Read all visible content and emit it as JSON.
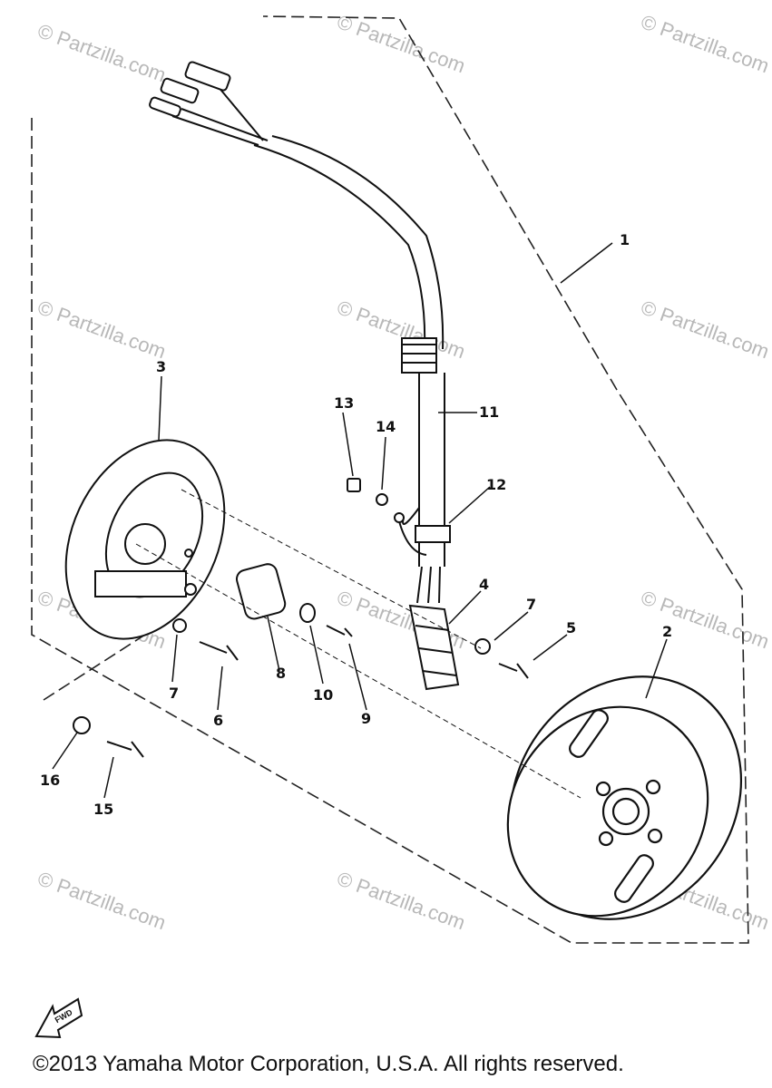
{
  "watermark": "© Partzilla.com",
  "callouts": {
    "c1": "1",
    "c2": "2",
    "c3": "3",
    "c4": "4",
    "c5": "5",
    "c6": "6",
    "c7a": "7",
    "c7b": "7",
    "c8": "8",
    "c9": "9",
    "c10": "10",
    "c11": "11",
    "c12": "12",
    "c13": "13",
    "c14": "14",
    "c15": "15",
    "c16": "16"
  },
  "fwd_label": "FWD",
  "copyright": "©2013 Yamaha Motor Corporation, U.S.A. All rights reserved."
}
